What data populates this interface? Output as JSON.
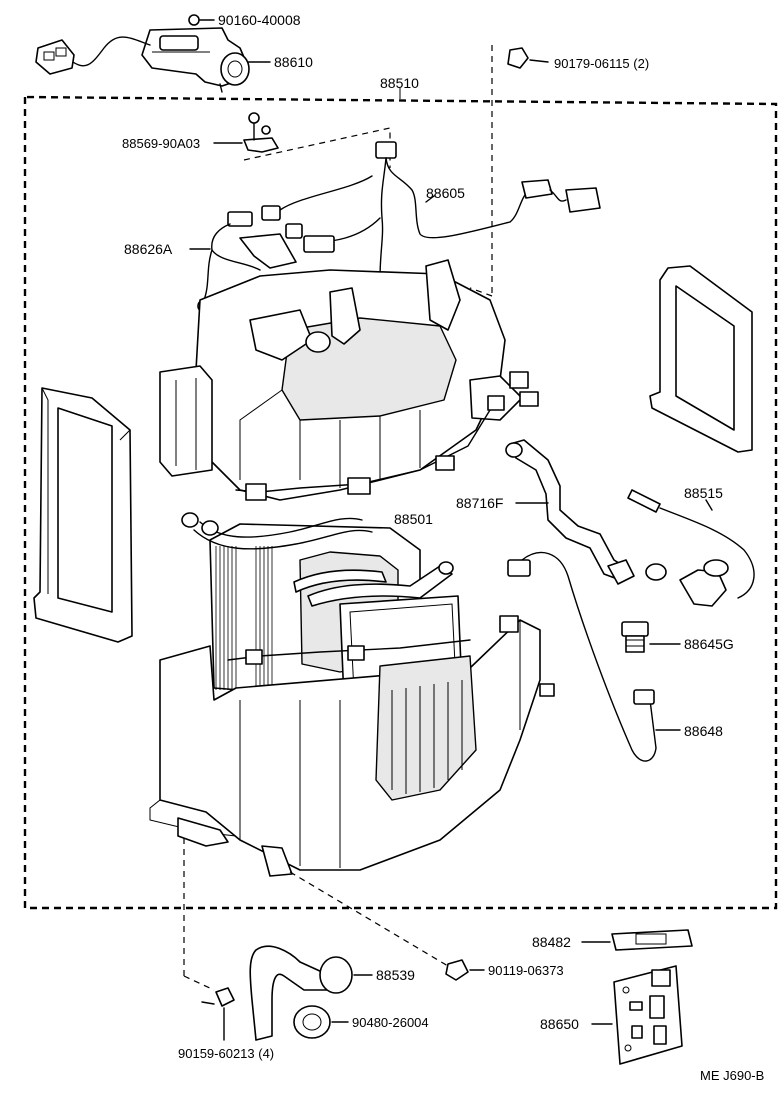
{
  "labels": {
    "p90160_40008": "90160-40008",
    "p88610": "88610",
    "p90179_06115": "90179-06115 (2)",
    "p88510": "88510",
    "p88569_90A03": "88569-90A03",
    "p88605": "88605",
    "p88626A": "88626A",
    "p88716F": "88716F",
    "p88515": "88515",
    "p88501": "88501",
    "p88645G": "88645G",
    "p88648": "88648",
    "p88482": "88482",
    "p88539": "88539",
    "p90119_06373": "90119-06373",
    "p90480_26004": "90480-26004",
    "p88650": "88650",
    "p90159_60213": "90159-60213 (4)",
    "drawing_code": "ME  J690-B"
  }
}
